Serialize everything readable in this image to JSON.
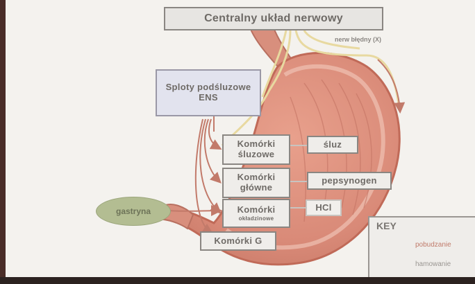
{
  "diagram": {
    "title": "Centralny układ nerwowy",
    "vagus_label": "nerw błędny (X)",
    "ens_label": "Sploty podśluzowe ENS",
    "cells": {
      "mucous": "Komórki śluzowe",
      "chief": "Komórki główne",
      "parietal_line1": "Komórki",
      "parietal_line2": "okładzinowe",
      "g_cells": "Komórki G"
    },
    "outputs": {
      "mucus": "śluz",
      "pepsinogen": "pepsynogen",
      "hcl": "HCl"
    },
    "gastrin": "gastryna",
    "key": {
      "title": "KEY",
      "stimulation": "pobudzanie",
      "inhibition": "hamowanie"
    },
    "colors": {
      "stomach": "#d98a78",
      "nerve": "#e8d9a0",
      "arrow": "#c27a6a",
      "gastrin": "#b3bd92"
    }
  }
}
